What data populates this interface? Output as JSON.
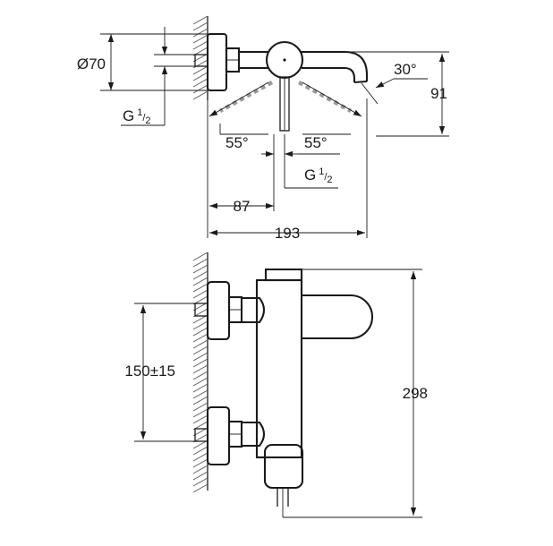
{
  "top_view": {
    "dims": {
      "diameter": "Ø70",
      "angle_spout": "30°",
      "height_right": "91",
      "angle_left": "55°",
      "angle_right": "55°",
      "offset_left": "87",
      "total_width": "193"
    },
    "thread_left": {
      "letter": "G",
      "num": "1",
      "den": "2"
    },
    "thread_center": {
      "letter": "G",
      "num": "1",
      "den": "2"
    }
  },
  "front_view": {
    "dims": {
      "spacing": "150±15",
      "height": "298"
    }
  }
}
